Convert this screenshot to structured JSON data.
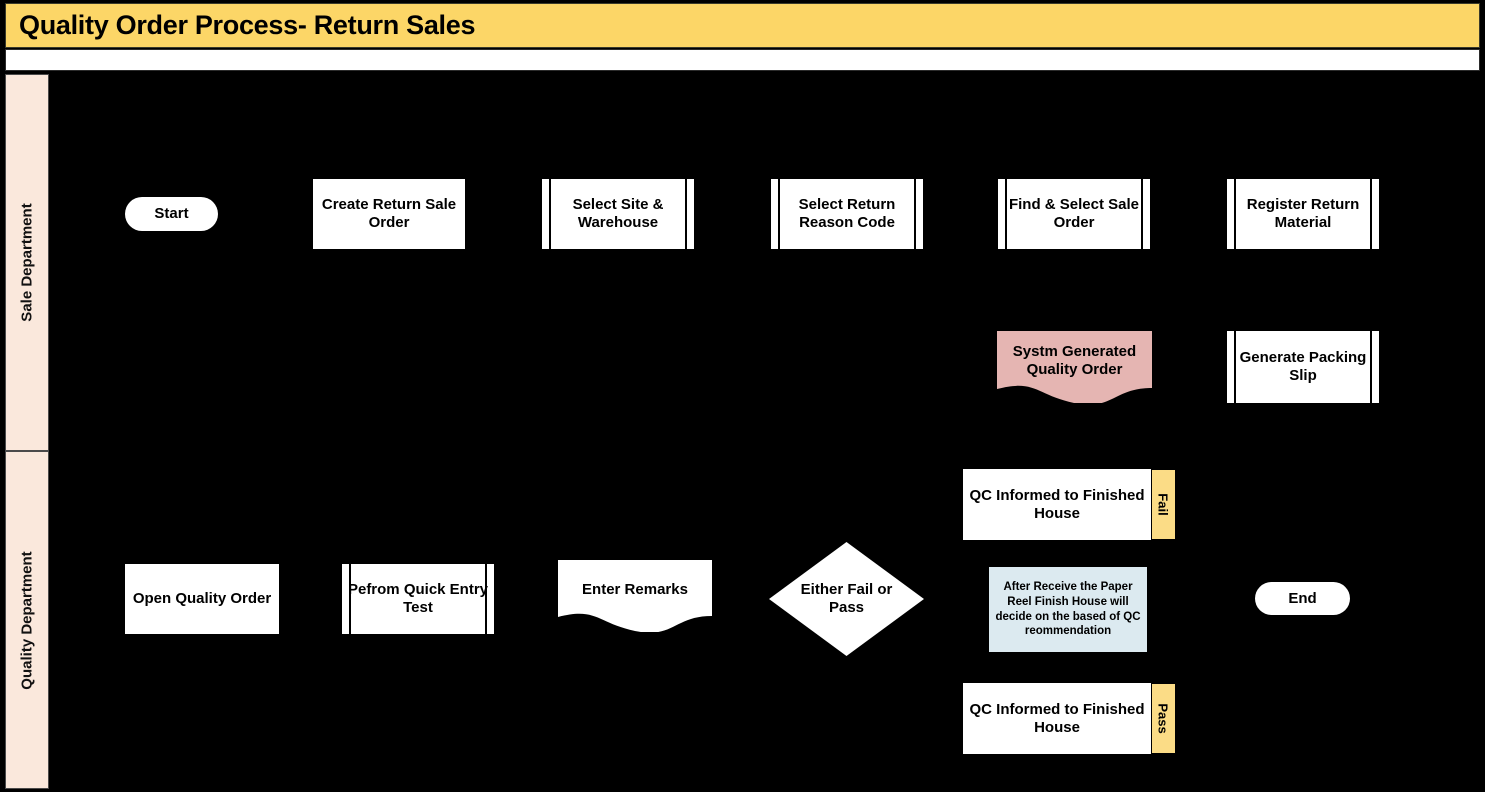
{
  "header": {
    "title": "Quality Order Process- Return Sales"
  },
  "lanes": [
    {
      "id": "sale",
      "label": "Sale Department"
    },
    {
      "id": "quality",
      "label": "Quality Department"
    }
  ],
  "nodes": {
    "start": {
      "label": "Start",
      "shape": "terminator"
    },
    "create_return_sale": {
      "label": "Create Return Sale Order",
      "shape": "process"
    },
    "select_site": {
      "label": "Select Site & Warehouse",
      "shape": "predefined-process"
    },
    "select_reason": {
      "label": "Select Return Reason Code",
      "shape": "predefined-process"
    },
    "find_sale_order": {
      "label": "Find & Select Sale Order",
      "shape": "predefined-process"
    },
    "register_material": {
      "label": "Register Return Material",
      "shape": "predefined-process"
    },
    "system_quality_order": {
      "label": "Systm Generated Quality Order",
      "shape": "document",
      "fill": "#E5B5B2"
    },
    "generate_packing_slip": {
      "label": "Generate Packing Slip",
      "shape": "predefined-process"
    },
    "open_quality_order": {
      "label": "Open Quality Order",
      "shape": "process"
    },
    "perform_quick_entry": {
      "label": "Pefrom Quick Entry Test",
      "shape": "predefined-process"
    },
    "enter_remarks": {
      "label": "Enter Remarks",
      "shape": "document",
      "fill": "#FFFFFF"
    },
    "decision": {
      "label": "Either Fail or Pass",
      "shape": "decision"
    },
    "qc_informed_fail": {
      "label": "QC Informed to Finished House",
      "branch": "Fail",
      "shape": "process-with-tab"
    },
    "qc_informed_pass": {
      "label": "QC Informed to Finished House",
      "branch": "Pass",
      "shape": "process-with-tab"
    },
    "note": {
      "label": "After Receive the Paper Reel Finish House will decide on the based of QC reommendation",
      "shape": "note"
    },
    "end": {
      "label": "End",
      "shape": "terminator"
    }
  },
  "colors": {
    "title_bar": "#FCD667",
    "lane_header": "#FAE8DC",
    "canvas": "#000000",
    "shape_fill": "#FFFFFF",
    "document_pink": "#E5B5B2",
    "note_blue": "#DCEAF0",
    "branch_tab": "#FBDC86"
  }
}
